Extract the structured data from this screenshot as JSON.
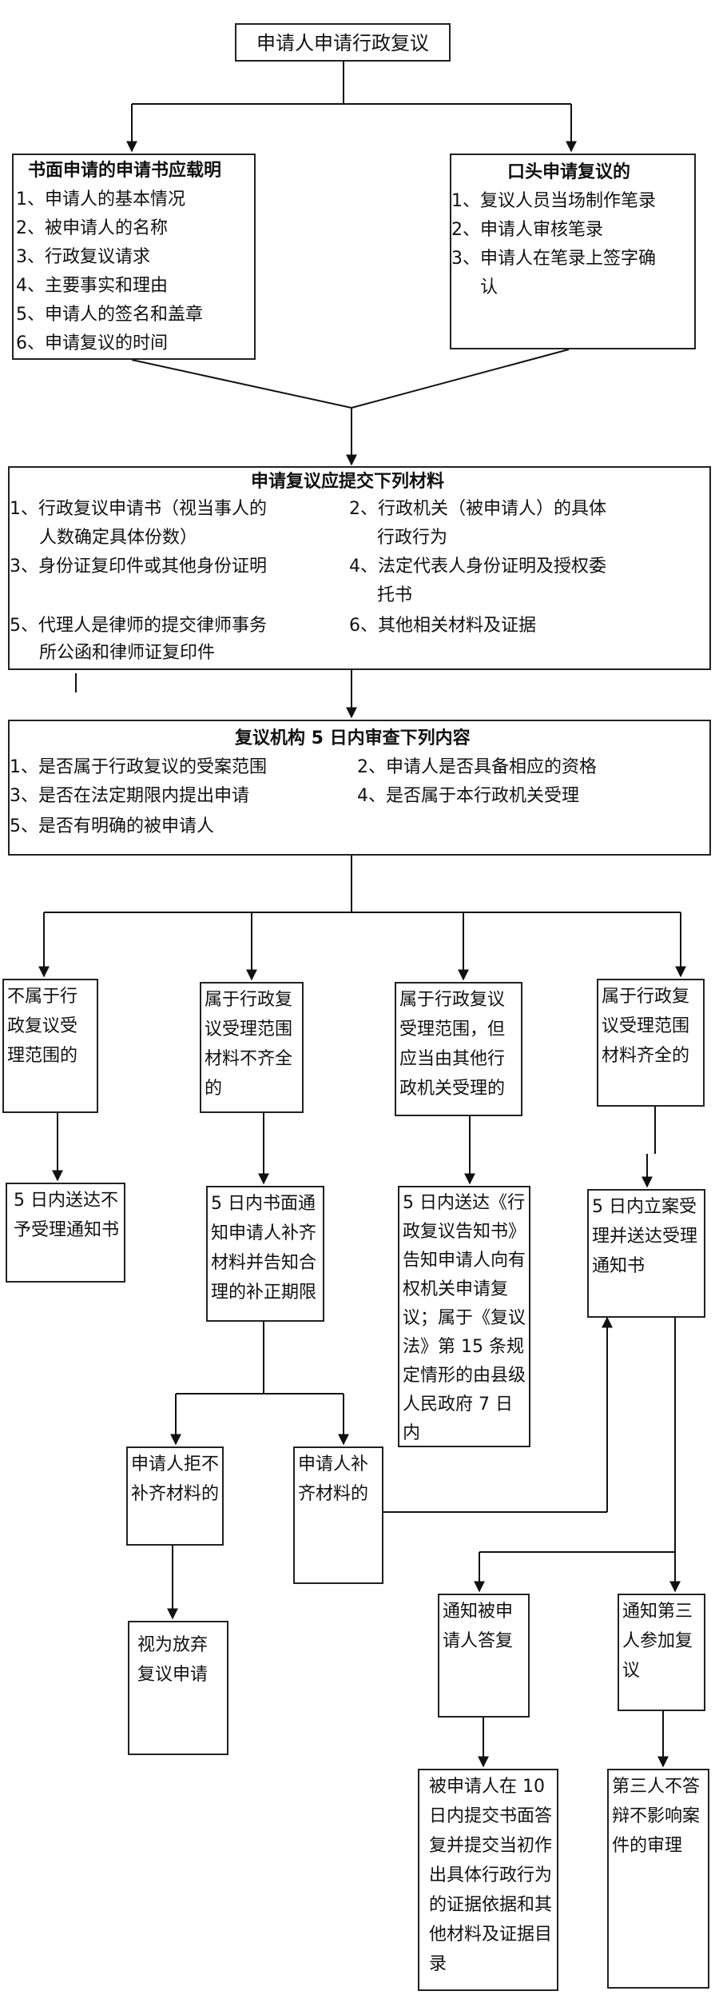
{
  "start": "申请人申请行政复议",
  "written": {
    "title": "书面申请的申请书应载明",
    "items": [
      "1、申请人的基本情况",
      "2、被申请人的名称",
      "3、行政复议请求",
      "4、主要事实和理由",
      "5、申请人的签名和盖章",
      "6、申请复议的时间"
    ]
  },
  "oral": {
    "title": "口头申请复议的",
    "items": [
      "1、复议人员当场制作笔录",
      "2、申请人审核笔录",
      "3、申请人在笔录上签字确",
      "认"
    ]
  },
  "materials": {
    "title": "申请复议应提交下列材料",
    "items": [
      "1、行政复议申请书（视当事人的",
      "人数确定具体份数）",
      "2、行政机关（被申请人）的具体",
      "行政行为",
      "3、身份证复印件或其他身份证明",
      "4、法定代表人身份证明及授权委",
      "托书",
      "5、代理人是律师的提交律师事务",
      "所公函和律师证复印件",
      "6、其他相关材料及证据"
    ]
  },
  "review": {
    "title": "复议机构 5 日内审查下列内容",
    "items": [
      "1、是否属于行政复议的受案范围",
      "2、申请人是否具备相应的资格",
      "3、是否在法定期限内提出申请",
      "4、是否属于本行政机关受理",
      "5、是否有明确的被申请人"
    ]
  },
  "branches": {
    "b1": "不属于行政复议受理范围的",
    "b2": "属于行政复议受理范围材料不齐全的",
    "b3": "属于行政复议受理范围，但应当由其他行政机关受理的",
    "b4": "属于行政复议受理范围材料齐全的"
  },
  "results": {
    "r1": "5 日内送达不予受理通知书",
    "r2": "5 日内书面通知申请人补齐材料并告知合理的补正期限",
    "r3": "5 日内送达《行政复议告知书》告知申请人向有权机关申请复议；属于《复议法》第 15 条规定情形的由县级人民政府 7 日内",
    "r4": "5 日内立案受理并送达受理通知书"
  },
  "supplement": {
    "refuse": "申请人拒不补齐材料的",
    "complete": "申请人补齐材料的",
    "abandon": "视为放弃复议申请"
  },
  "notify": {
    "respondent": "通知被申请人答复",
    "third": "通知第三人参加复议",
    "respondent_result": "被申请人在 10 日内提交书面答复并提交当初作出具体行政行为的证据依据和其他材料及证据目录",
    "third_result": "第三人不答辩不影响案件的审理"
  }
}
